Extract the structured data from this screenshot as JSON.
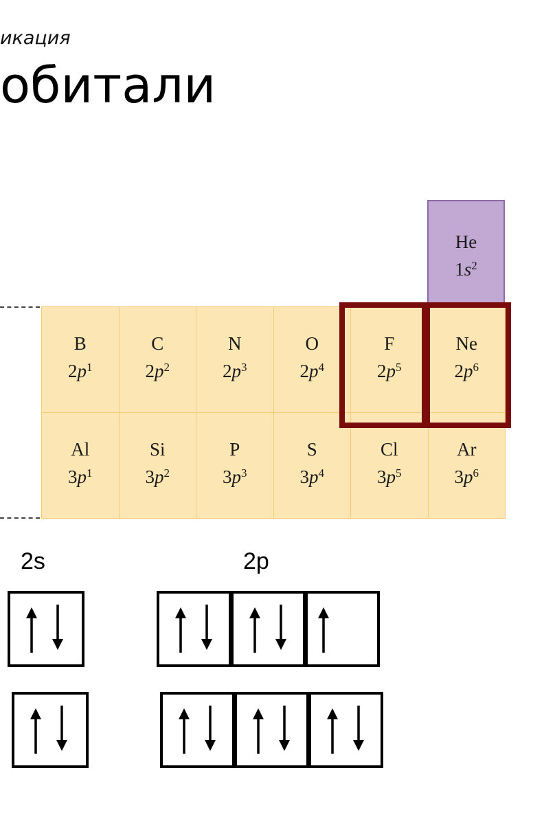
{
  "header": {
    "subtitle": "икация",
    "title": "обитали"
  },
  "elements": {
    "he": {
      "symbol": "He",
      "level": "1",
      "orbital": "s",
      "electrons": "2"
    },
    "row1": [
      {
        "symbol": "B",
        "level": "2",
        "orbital": "p",
        "electrons": "1"
      },
      {
        "symbol": "C",
        "level": "2",
        "orbital": "p",
        "electrons": "2"
      },
      {
        "symbol": "N",
        "level": "2",
        "orbital": "p",
        "electrons": "3"
      },
      {
        "symbol": "O",
        "level": "2",
        "orbital": "p",
        "electrons": "4"
      },
      {
        "symbol": "F",
        "level": "2",
        "orbital": "p",
        "electrons": "5"
      },
      {
        "symbol": "Ne",
        "level": "2",
        "orbital": "p",
        "electrons": "6"
      }
    ],
    "row2": [
      {
        "symbol": "Al",
        "level": "3",
        "orbital": "p",
        "electrons": "1"
      },
      {
        "symbol": "Si",
        "level": "3",
        "orbital": "p",
        "electrons": "2"
      },
      {
        "symbol": "P",
        "level": "3",
        "orbital": "p",
        "electrons": "3"
      },
      {
        "symbol": "S",
        "level": "3",
        "orbital": "p",
        "electrons": "4"
      },
      {
        "symbol": "Cl",
        "level": "3",
        "orbital": "p",
        "electrons": "5"
      },
      {
        "symbol": "Ar",
        "level": "3",
        "orbital": "p",
        "electrons": "6"
      }
    ]
  },
  "colors": {
    "p_block": "#fce6b3",
    "noble_gas_he": "#c1a9d3",
    "highlight": "#7b0c0c"
  },
  "orbital_diagram": {
    "s_label": "2s",
    "p_label": "2p",
    "rows": [
      {
        "element": "F",
        "s": [
          "up-down"
        ],
        "p": [
          "up-down",
          "up-down",
          "up"
        ]
      },
      {
        "element": "Ne",
        "s": [
          "up-down"
        ],
        "p": [
          "up-down",
          "up-down",
          "up-down"
        ]
      }
    ]
  }
}
